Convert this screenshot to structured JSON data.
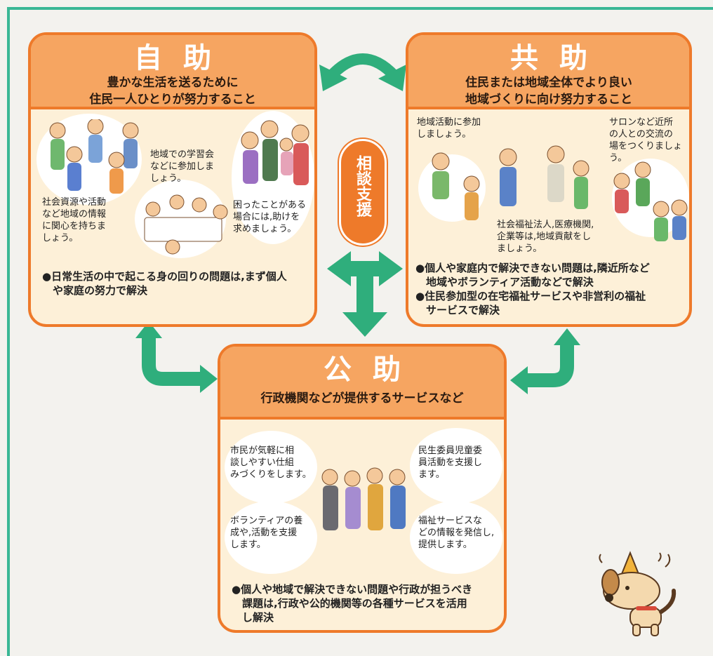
{
  "self_help": {
    "title": "自助",
    "subtitle_line1": "豊かな生活を送るために",
    "subtitle_line2": "住民一人ひとりが努力すること",
    "notes": [
      "地域での学習会\nなどに参加しま\nしょう。",
      "社会資源や活動\nなど地域の情報\nに関心を持ちま\nしょう。",
      "困ったことがある\n場合には,助けを\n求めましょう。"
    ],
    "bullets": [
      "●日常生活の中で起こる身の回りの問題は,まず個人\n　や家庭の努力で解決"
    ]
  },
  "mutual_help": {
    "title": "共助",
    "subtitle_line1": "住民または地域全体でより良い",
    "subtitle_line2": "地域づくりに向け努力すること",
    "notes": [
      "地域活動に参加\nしましょう。",
      "サロンなど近所\nの人との交流の\n場をつくりましょ\nう。",
      "社会福祉法人,医療機関,\n企業等は,地域貢献をし\nましょう。"
    ],
    "bullets": [
      "●個人や家庭内で解決できない問題は,隣近所など\n　地域やボランティア活動などで解決",
      "●住民参加型の在宅福祉サービスや非営利の福祉\n　サービスで解決"
    ]
  },
  "public_help": {
    "title": "公助",
    "subtitle_line1": "行政機関などが提供するサービスなど",
    "notes": [
      "市民が気軽に相\n談しやすい仕組\nみづくりをします。",
      "民生委員児童委\n員活動を支援し\nます。",
      "ボランティアの養\n成や,活動を支援\nします。",
      "福祉サービスな\nどの情報を発信し,\n提供します。"
    ],
    "bullets": [
      "●個人や地域で解決できない問題や行政が担うべき\n　課題は,行政や公的機関等の各種サービスを活用\n　し解決"
    ]
  },
  "consultation_label": "相談支援",
  "colors": {
    "frame": "#3ab795",
    "arrow": "#2fae7c",
    "panel_border": "#ee7a2a",
    "panel_header": "#f6a561",
    "panel_body": "#fdf0d8"
  },
  "icons": [
    "people-illustration",
    "dog-mascot-icon",
    "double-arrow-icon"
  ]
}
